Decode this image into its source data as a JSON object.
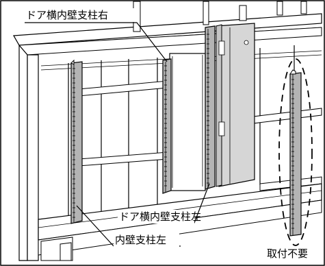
{
  "labels": {
    "door_side_inner_post_right": "ドア横内壁支柱右",
    "door_side_inner_post_left": "ドア横内壁支柱左",
    "inner_wall_post_left": "内壁支柱左",
    "not_required": "取付不要"
  },
  "colors": {
    "post_fill": "#b4b4b4",
    "panel_fill": "#d6d6d6",
    "line": "#000000",
    "background": "#ffffff"
  }
}
